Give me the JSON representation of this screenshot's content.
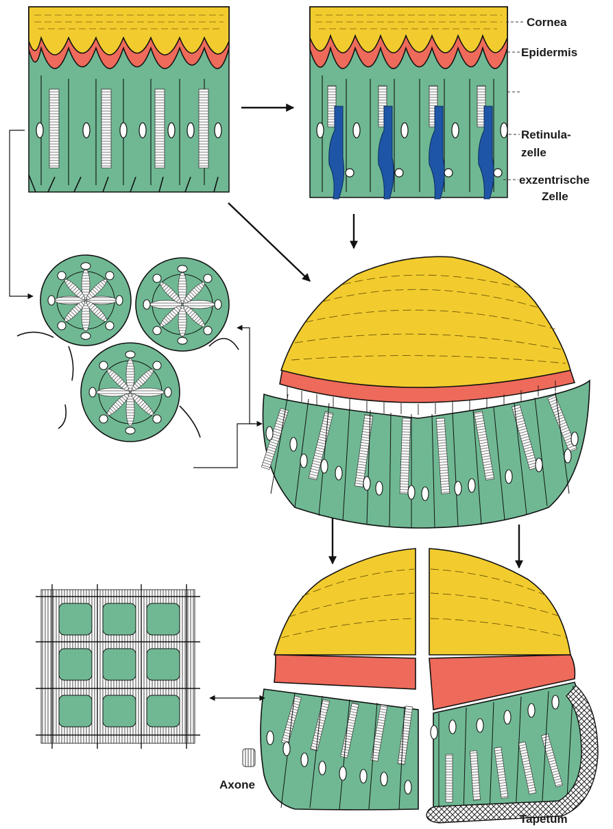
{
  "labels": {
    "cornea": "Cornea",
    "epidermis": "Epidermis",
    "retinula_1": "Retinula-",
    "retinula_2": "zelle",
    "exzentrisch_1": "exzentrische",
    "exzentrisch_2": "Zelle",
    "axone": "Axone",
    "tapetum": "Tapetum"
  },
  "colors": {
    "cornea": "#f2cc2e",
    "epidermis": "#ee6a5a",
    "cells": "#6fb893",
    "eccentric_cell": "#1e55a6",
    "rhabdom": "#ffffff",
    "ink": "#111111"
  }
}
